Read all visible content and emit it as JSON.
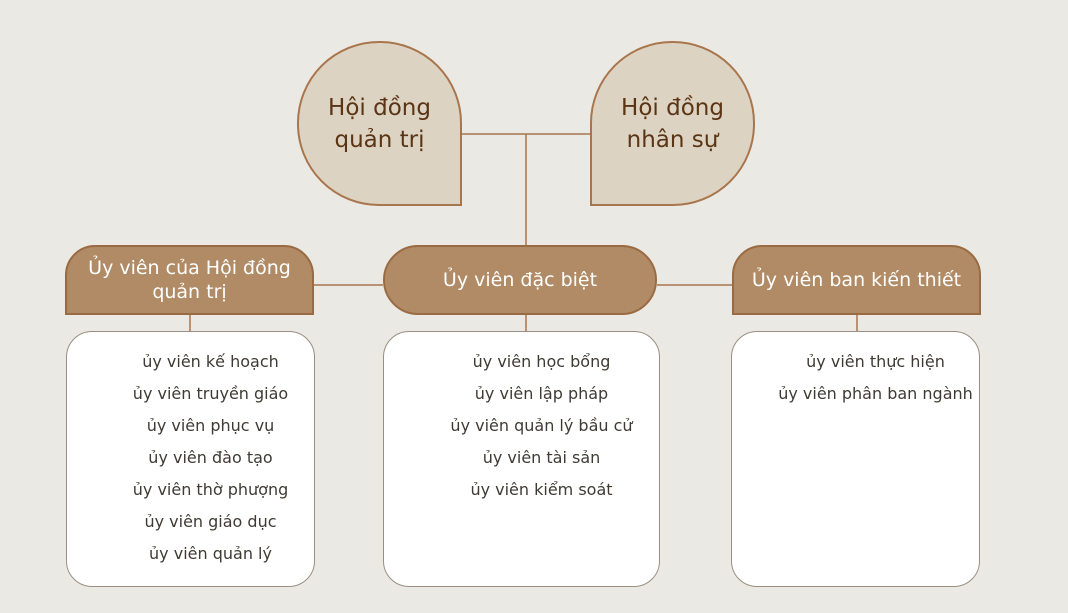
{
  "top_nodes": {
    "left": "Hội đồng quản trị",
    "right": "Hội đồng nhân sự"
  },
  "categories": [
    {
      "title": "Ủy viên của Hội đồng quản trị",
      "items": [
        "ủy viên kế hoạch",
        "ủy viên truyền giáo",
        "ủy viên phục vụ",
        "ủy viên đào tạo",
        "ủy viên thờ phượng",
        "ủy viên giáo dục",
        "ủy viên quản lý"
      ]
    },
    {
      "title": "Ủy viên đặc biệt",
      "items": [
        "ủy viên học bổng",
        "ủy viên lập pháp",
        "ủy viên quản lý bầu cử",
        "ủy viên tài sản",
        "ủy viên kiểm soát"
      ]
    },
    {
      "title": "Ủy viên ban kiến thiết",
      "items": [
        "ủy viên thực hiện",
        "ủy viên phân ban ngành"
      ]
    }
  ],
  "colors": {
    "background": "#eae9e3",
    "top_node_fill": "#ddd3c2",
    "top_node_border": "#a8754c",
    "category_fill": "#b08b65",
    "line": "#a8754c",
    "card_border": "#9a8f82"
  }
}
